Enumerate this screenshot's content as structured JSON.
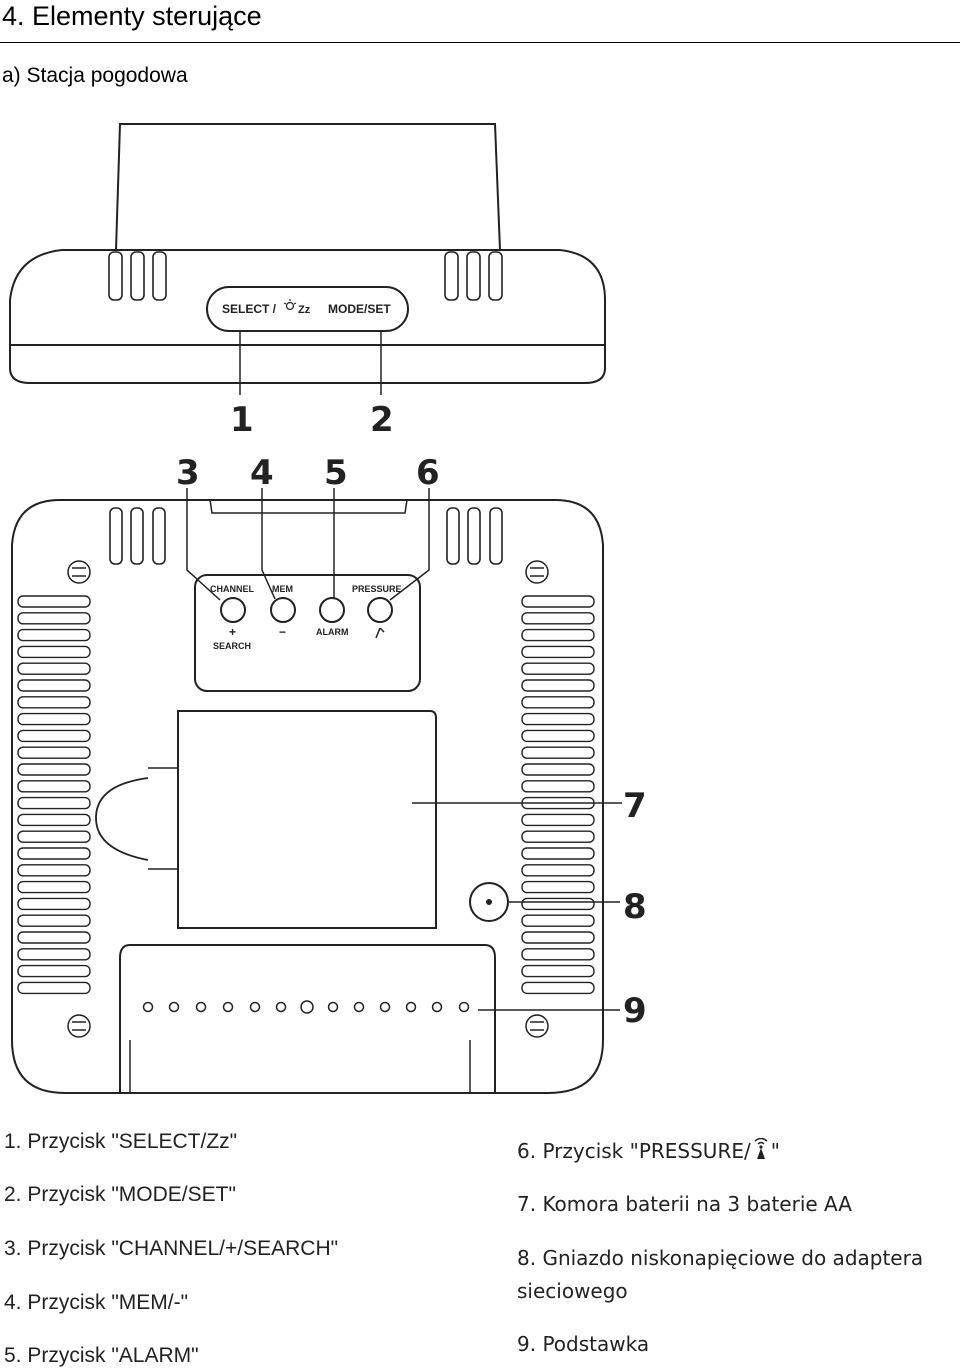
{
  "heading": "4. Elementy sterujące",
  "subheading": "a) Stacja pogodowa",
  "diagram": {
    "top_view_labels": {
      "select": "SELECT /",
      "zz": "Zz",
      "modeset": "MODE/SET"
    },
    "back_panel_labels": {
      "channel": "CHANNEL",
      "mem": "MEM",
      "pressure": "PRESSURE",
      "plus": "+",
      "minus": "−",
      "search": "SEARCH",
      "alarm": "ALARM"
    },
    "callouts": [
      "1",
      "2",
      "3",
      "4",
      "5",
      "6",
      "7",
      "8",
      "9"
    ]
  },
  "legend": {
    "left": [
      "1. Przycisk \"SELECT/Zz\"",
      "2. Przycisk \"MODE/SET\"",
      "3. Przycisk \"CHANNEL/+/SEARCH\"",
      "4. Przycisk \"MEM/-\"",
      "5. Przycisk \"ALARM\""
    ],
    "right": {
      "item6_before": "6. Przycisk \"PRESSURE/",
      "item6_after": "\"",
      "item7": "7. Komora baterii na 3 baterie AA",
      "item8_line1": "8. Gniazdo niskonapięciowe do adaptera",
      "item8_line2": "sieciowego",
      "item9": "9. Podstawka"
    }
  }
}
